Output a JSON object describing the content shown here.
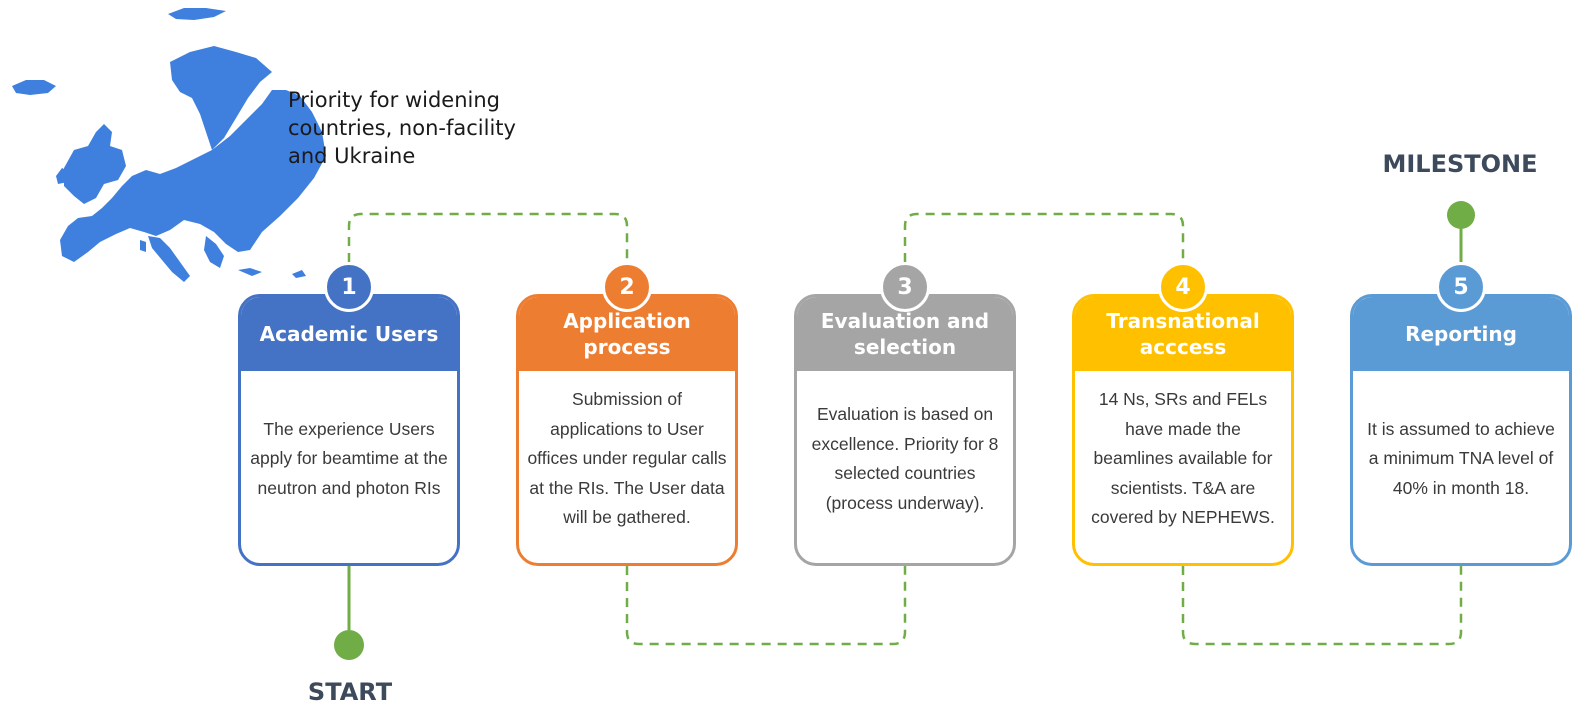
{
  "note": {
    "text": "Priority for widening countries, non-facility and Ukraine"
  },
  "markers": {
    "start": "START",
    "milestone": "MILESTONE"
  },
  "colors": {
    "blue": "#4472c4",
    "orange": "#ed7d31",
    "gray": "#a5a5a5",
    "yellow": "#ffc000",
    "light_blue": "#5b9bd5",
    "green": "#70ad47",
    "map": "#3f7fdd",
    "label": "#3d4a5c"
  },
  "steps": [
    {
      "number": "1",
      "title": "Academic Users",
      "text": "The experience Users apply for  beamtime at the neutron and photon RIs",
      "color": "#4472c4"
    },
    {
      "number": "2",
      "title": "Application process",
      "text": "Submission of applications to User offices under regular calls at the RIs. The User data will be gathered.",
      "color": "#ed7d31"
    },
    {
      "number": "3",
      "title": "Evaluation and selection",
      "text": "Evaluation is based on excellence. Priority for 8 selected countries (process underway).",
      "color": "#a5a5a5"
    },
    {
      "number": "4",
      "title": "Transnational acccess",
      "text": "14 Ns, SRs and FELs have made the beamlines available for scientists. T&A are covered by NEPHEWS.",
      "color": "#ffc000"
    },
    {
      "number": "5",
      "title": "Reporting",
      "text": "It is assumed to achieve a minimum TNA level of 40% in month 18.",
      "color": "#5b9bd5"
    }
  ]
}
